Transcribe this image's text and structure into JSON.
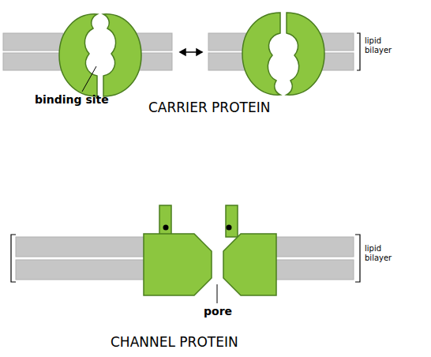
{
  "diagram": {
    "labels": [
      "binding site",
      "CARRIER PROTEIN",
      "lipid bilayer",
      "lipid bilayer",
      "pore",
      "CHANNEL PROTEIN"
    ]
  }
}
